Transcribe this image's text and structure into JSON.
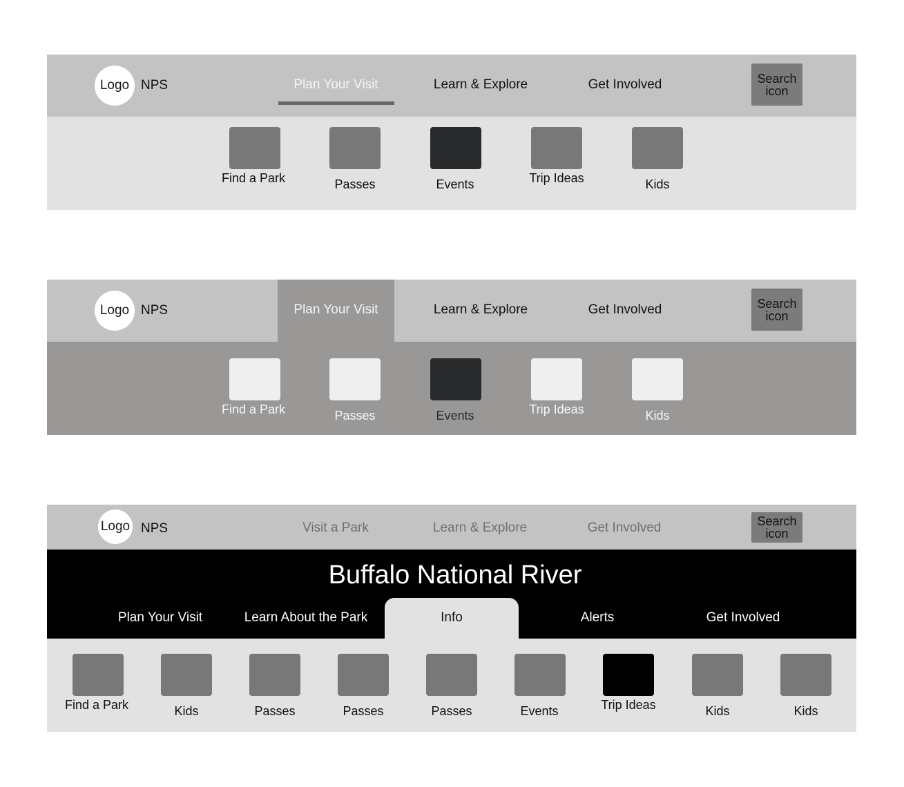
{
  "header": {
    "logo": "Logo",
    "brand": "NPS",
    "search_label": "Search icon"
  },
  "variant1": {
    "nav": [
      "Plan Your Visit",
      "Learn & Explore",
      "Get Involved"
    ],
    "active_nav": "Plan Your Visit",
    "items": [
      "Find a Park",
      "Passes",
      "Events",
      "Trip Ideas",
      "Kids"
    ]
  },
  "variant2": {
    "nav": [
      "Plan Your Visit",
      "Learn & Explore",
      "Get Involved"
    ],
    "active_nav": "Plan Your Visit",
    "items": [
      "Find a Park",
      "Passes",
      "Events",
      "Trip Ideas",
      "Kids"
    ]
  },
  "variant3": {
    "nav": [
      "Visit a Park",
      "Learn & Explore",
      "Get Involved"
    ],
    "park_title": "Buffalo National River",
    "park_tabs": [
      "Plan Your Visit",
      "Learn About the Park",
      "Info",
      "Alerts",
      "Get Involved"
    ],
    "active_park_tab": "Info",
    "items": [
      "Find a Park",
      "Kids",
      "Passes",
      "Passes",
      "Passes",
      "Events",
      "Trip Ideas",
      "Kids",
      "Kids"
    ]
  },
  "colors": {
    "nav_bar": "#c3c3c3",
    "submenu_light": "#e3e2e2",
    "submenu_dark": "#999896",
    "tile": "#787878",
    "tile_highlight": "#282a2c",
    "banner": "#000000"
  }
}
